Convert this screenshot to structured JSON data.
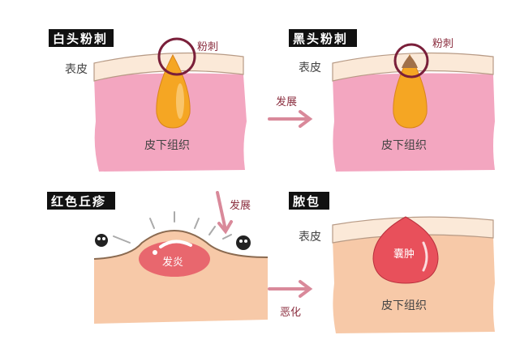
{
  "panels": [
    {
      "title": "白头粉刺",
      "callout": "粉刺",
      "epidermis": "表皮",
      "subcutaneous": "皮下组织"
    },
    {
      "title": "黑头粉刺",
      "callout": "粉刺",
      "epidermis": "表皮",
      "subcutaneous": "皮下组织"
    },
    {
      "title": "红色丘疹",
      "lesion": "发炎"
    },
    {
      "title": "脓包",
      "epidermis": "表皮",
      "lesion": "囊肿",
      "subcutaneous": "皮下组织"
    }
  ],
  "arrows": {
    "develop_1": "发展",
    "develop_2": "发展",
    "worsen": "恶化"
  },
  "colors": {
    "pink": "#f3a6c0",
    "skin_band": "#fbe9d8",
    "peach": "#f7c9a8",
    "orange": "#f5a623",
    "red": "#e8505b",
    "maroon": "#7a1f3a",
    "arrow": "#d9899a"
  }
}
